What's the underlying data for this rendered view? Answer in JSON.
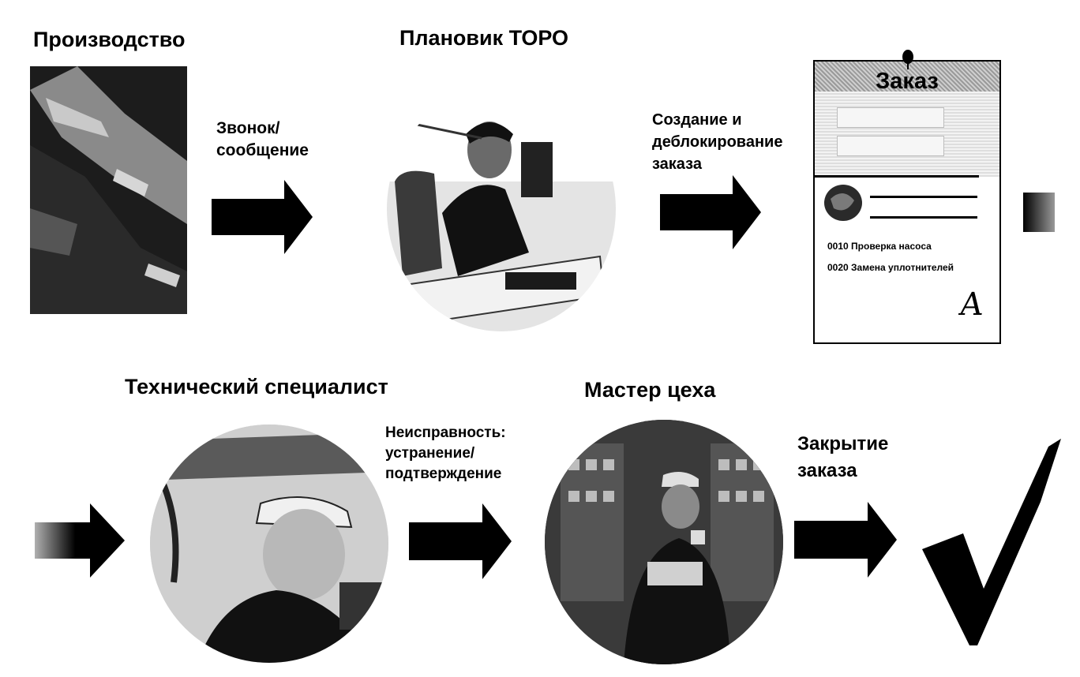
{
  "steps": {
    "production": {
      "label": "Производство"
    },
    "planner": {
      "label": "Плановик ТОРО"
    },
    "technician": {
      "label": "Технический специалист"
    },
    "foreman": {
      "label": "Мастер цеха"
    }
  },
  "transitions": {
    "call": {
      "line1": "Звонок/",
      "line2": "сообщение"
    },
    "create": {
      "line1": "Создание и",
      "line2": "деблокирование",
      "line3": "заказа"
    },
    "fault": {
      "line1": "Неисправность:",
      "line2": "устранение/",
      "line3": "подтверждение"
    },
    "close": {
      "line1": "Закрытие",
      "line2": "заказа"
    }
  },
  "order_card": {
    "title": "Заказ",
    "operations": [
      "0010 Проверка насоса",
      "0020 Замена уплотнителей"
    ],
    "signature": "A"
  },
  "icons": {
    "arrow": "right-arrow-icon",
    "checkmark": "checkmark-icon",
    "pin": "pin-icon",
    "stamp": "stamp-icon"
  },
  "colors": {
    "ink": "#000000",
    "background": "#ffffff"
  }
}
